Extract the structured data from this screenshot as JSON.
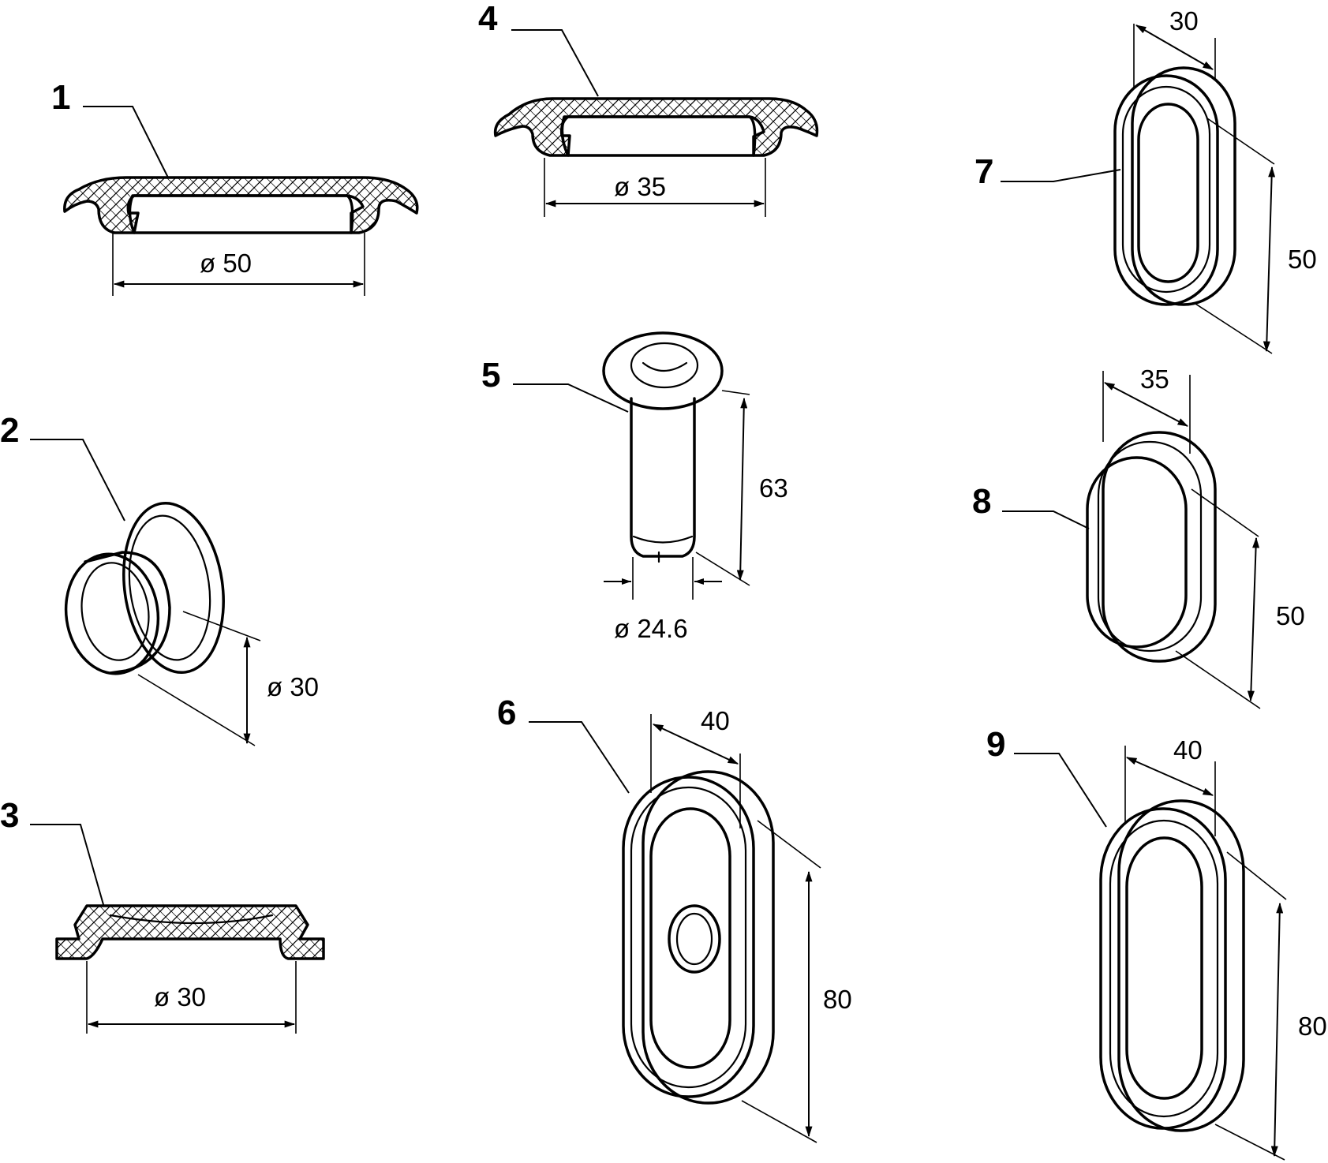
{
  "parts": [
    {
      "number": "1",
      "dimension": "ø 50"
    },
    {
      "number": "2",
      "dimension": "ø 30"
    },
    {
      "number": "3",
      "dimension": "ø 30"
    },
    {
      "number": "4",
      "dimension": "ø 35"
    },
    {
      "number": "5",
      "length": "63",
      "dimension": "ø 24.6"
    },
    {
      "number": "6",
      "width": "40",
      "height": "80"
    },
    {
      "number": "7",
      "width": "30",
      "height": "50"
    },
    {
      "number": "8",
      "width": "35",
      "height": "50"
    },
    {
      "number": "9",
      "width": "40",
      "height": "80"
    }
  ]
}
